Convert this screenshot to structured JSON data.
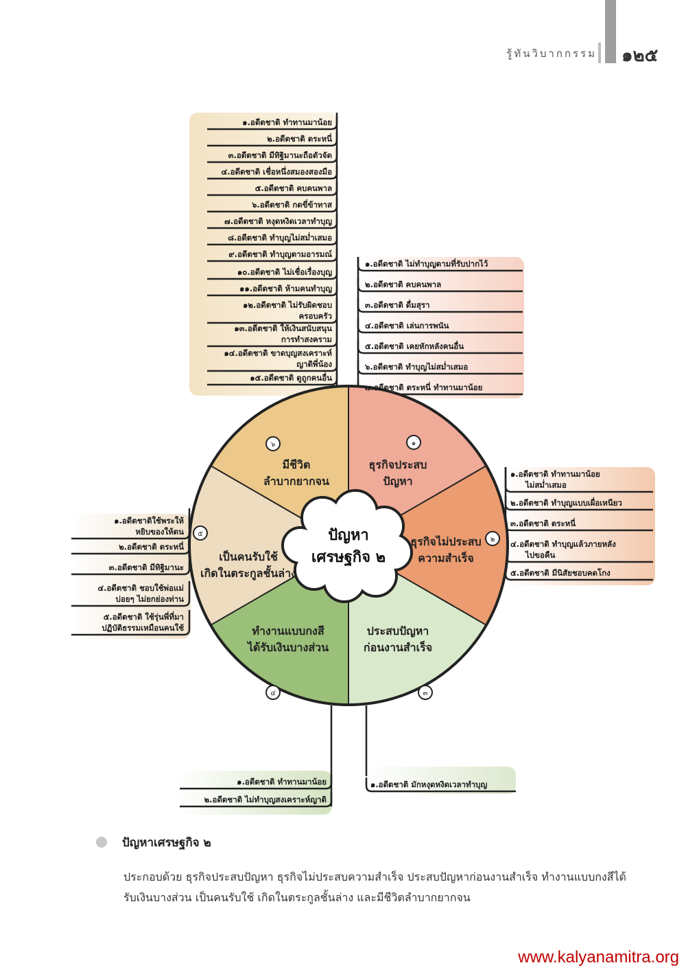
{
  "header": {
    "running_title": "รู้ทันวิบากกรรม",
    "page_number": "๑๒๕"
  },
  "colors": {
    "seg1": "#f0aa98",
    "seg2": "#eb9c70",
    "seg3": "#d9eacc",
    "seg4": "#9bc07a",
    "seg5": "#eedcc0",
    "seg6": "#ecc98a",
    "stroke": "#222222",
    "website": "#c00000"
  },
  "center": {
    "line1": "ปัญหา",
    "line2": "เศรษฐกิจ ๒"
  },
  "segments": [
    {
      "number": "๑",
      "lines": [
        "ธุรกิจประสบ",
        "ปัญหา"
      ]
    },
    {
      "number": "๒",
      "lines": [
        "ธุรกิจไม่ประสบ",
        "ความสำเร็จ"
      ]
    },
    {
      "number": "๓",
      "lines": [
        "ประสบปัญหา",
        "ก่อนงานสำเร็จ"
      ]
    },
    {
      "number": "๔",
      "lines": [
        "ทำงานแบบกงสี",
        "ได้รับเงินบางส่วน"
      ]
    },
    {
      "number": "๕",
      "lines": [
        "เป็นคนรับใช้",
        "เกิดในตระกูลชั้นล่าง"
      ]
    },
    {
      "number": "๖",
      "lines": [
        "มีชีวิต",
        "ลำบากยากจน"
      ]
    }
  ],
  "branches": {
    "b1": [
      [
        "๑.อดีตชาติ ไม่ทำบุญตามที่รับปากไว้"
      ],
      [
        "๒.อดีตชาติ คบคนพาล"
      ],
      [
        "๓.อดีตชาติ ดื่มสุรา"
      ],
      [
        "๔.อดีตชาติ เล่นการพนัน"
      ],
      [
        "๕.อดีตชาติ เคยหักหลังคนอื่น"
      ],
      [
        "๖.อดีตชาติ ทำบุญไม่สม่ำเสมอ"
      ],
      [
        "๗.อดีตชาติ ตระหนี่ ทำทานมาน้อย"
      ]
    ],
    "b2": [
      [
        "๑.อดีตชาติ ทำทานมาน้อย",
        "ไม่สม่ำเสมอ"
      ],
      [
        "๒.อดีตชาติ ทำบุญแบบเผื่อเหนียว"
      ],
      [
        "๓.อดีตชาติ ตระหนี่"
      ],
      [
        "๔.อดีตชาติ ทำบุญแล้วภายหลัง",
        "ไปขอคืน"
      ],
      [
        "๕.อดีตชาติ มีนิสัยชอบคดโกง"
      ]
    ],
    "b3": [
      [
        "๑.อดีตชาติ มักหงุดหงิดเวลาทำบุญ"
      ]
    ],
    "b4": [
      [
        "๑.อดีตชาติ ทำทานมาน้อย"
      ],
      [
        "๒.อดีตชาติ ไม่ทำบุญสงเคราะห์ญาติ"
      ]
    ],
    "b5": [
      [
        "๑.อดีตชาติใช้พระให้",
        "หยิบของให้ตน"
      ],
      [
        "๒.อดีตชาติ ตระหนี่"
      ],
      [
        "๓.อดีตชาติ มีทิฐิมานะ"
      ],
      [
        "๔.อดีตชาติ ชอบใช้พ่อแม่",
        "บ่อยๆ ไม่ยกย่องท่าน"
      ],
      [
        "๕.อดีตชาติ ใช้รุ่นพี่ที่มา",
        "ปฏิบัติธรรมเหมือนคนใช้"
      ]
    ],
    "b6": [
      [
        "๑.อดีตชาติ ทำทานมาน้อย"
      ],
      [
        "๒.อดีตชาติ ตระหนี่"
      ],
      [
        "๓.อดีตชาติ มีทิฐิมานะถือตัวจัด"
      ],
      [
        "๔.อดีตชาติ เชื่อหนึ่งสมองสองมือ"
      ],
      [
        "๕.อดีตชาติ คบคนพาล"
      ],
      [
        "๖.อดีตชาติ กดขี่ข้าทาส"
      ],
      [
        "๗.อดีตชาติ หงุดหงิดเวลาทำบุญ"
      ],
      [
        "๘.อดีตชาติ ทำบุญไม่สม่ำเสมอ"
      ],
      [
        "๙.อดีตชาติ ทำบุญตามอารมณ์"
      ],
      [
        "๑๐.อดีตชาติ ไม่เชื่อเรื่องบุญ"
      ],
      [
        "๑๑.อดีตชาติ ห้ามคนทำบุญ"
      ],
      [
        "๑๒.อดีตชาติ ไม่รับผิดชอบ",
        "ครอบครัว"
      ],
      [
        "๑๓.อดีตชาติ ให้เงินสนับสนุน",
        "การทำสงคราม"
      ],
      [
        "๑๔.อดีตชาติ ขาดบุญสงเคราะห์",
        "ญาติพี่น้อง"
      ],
      [
        "๑๕.อดีตชาติ ดูถูกคนอื่น"
      ]
    ]
  },
  "section": {
    "title": "ปัญหาเศรษฐกิจ ๒",
    "body": "ประกอบด้วย ธุรกิจประสบปัญหา ธุรกิจไม่ประสบความสำเร็จ ประสบปัญหาก่อนงานสำเร็จ ทำงานแบบกงสีได้รับเงินบางส่วน เป็นคนรับใช้ เกิดในตระกูลชั้นล่าง และมีชีวิตลำบากยากจน"
  },
  "website": "www.kalyanamitra.org"
}
